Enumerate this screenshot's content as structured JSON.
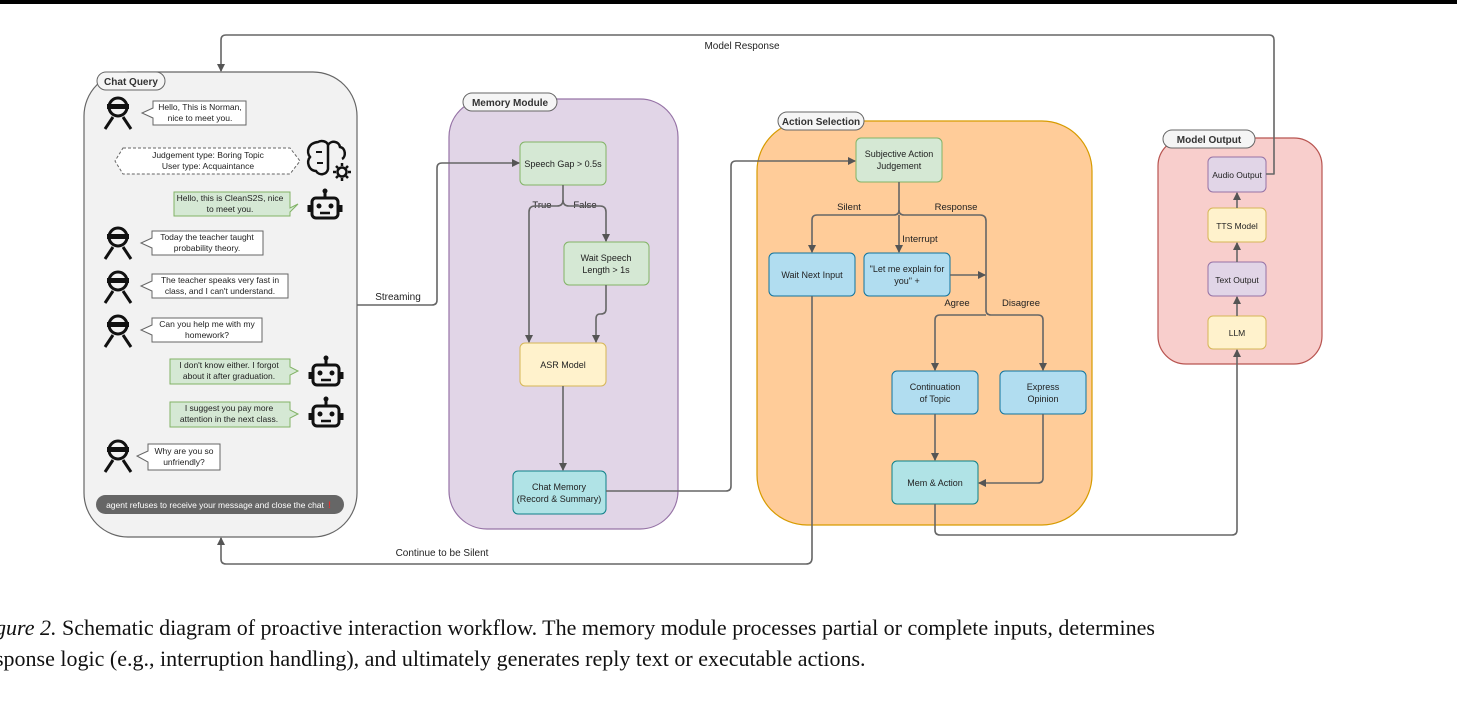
{
  "arrows": {
    "model_response": "Model Response",
    "streaming": "Streaming",
    "continue_silent": "Continue to be Silent"
  },
  "chat_query": {
    "title": "Chat Query",
    "messages": [
      {
        "role": "user",
        "lines": [
          "Hello, This is Norman,",
          "nice to meet you."
        ]
      },
      {
        "role": "judgement",
        "lines": [
          "Judgement type: Boring Topic",
          "User type:  Acquaintance"
        ]
      },
      {
        "role": "bot",
        "lines": [
          "Hello, this is CleanS2S, nice",
          "to meet you."
        ]
      },
      {
        "role": "user",
        "lines": [
          "Today the teacher taught",
          "probability theory."
        ]
      },
      {
        "role": "user",
        "lines": [
          "The teacher speaks very fast in",
          "class, and I can't understand."
        ]
      },
      {
        "role": "user",
        "lines": [
          "Can you help me with my",
          "homework?"
        ]
      },
      {
        "role": "bot",
        "lines": [
          "I don't know either. I forgot",
          "about it after graduation."
        ]
      },
      {
        "role": "bot",
        "lines": [
          "I suggest you pay more",
          "attention in the next class."
        ]
      },
      {
        "role": "user",
        "lines": [
          "Why are you so",
          "unfriendly?"
        ]
      }
    ],
    "status": "agent refuses to receive your message and close the chat"
  },
  "memory_module": {
    "title": "Memory Module",
    "speech_gap": "Speech Gap > 0.5s",
    "true_label": "True",
    "false_label": "False",
    "wait_speech": [
      "Wait Speech",
      "Length > 1s"
    ],
    "asr": "ASR Model",
    "chat_memory": [
      "Chat Memory",
      "(Record & Summary)"
    ]
  },
  "action_selection": {
    "title": "Action Selection",
    "judgement": [
      "Subjective Action",
      "Judgement"
    ],
    "silent": "Silent",
    "response": "Response",
    "interrupt": "Interrupt",
    "wait_next": "Wait Next Input",
    "let_me": [
      "\"Let me explain for",
      "you\" +"
    ],
    "agree": "Agree",
    "disagree": "Disagree",
    "continuation": [
      "Continuation",
      "of Topic"
    ],
    "express": [
      "Express",
      "Opinion"
    ],
    "mem_action": "Mem & Action"
  },
  "model_output": {
    "title": "Model Output",
    "audio": "Audio Output",
    "tts": "TTS Model",
    "text": "Text Output",
    "llm": "LLM"
  },
  "caption": {
    "label": "gure 2.",
    "line1": " Schematic diagram of proactive interaction workflow. The memory module processes partial or complete inputs, determines",
    "line2": "sponse logic (e.g., interruption handling), and ultimately generates reply text or executable actions."
  },
  "colors": {
    "chat_panel": "#f2f2f2",
    "memory_panel": "#e1d5e7",
    "action_panel": "#ffcc99",
    "output_panel": "#f8cecc",
    "green_box": "#d5e8d4",
    "yellow_box": "#fff2cc",
    "blue_box": "#b1ddf0",
    "purple_box": "#e1d5e7",
    "line": "#666666"
  }
}
